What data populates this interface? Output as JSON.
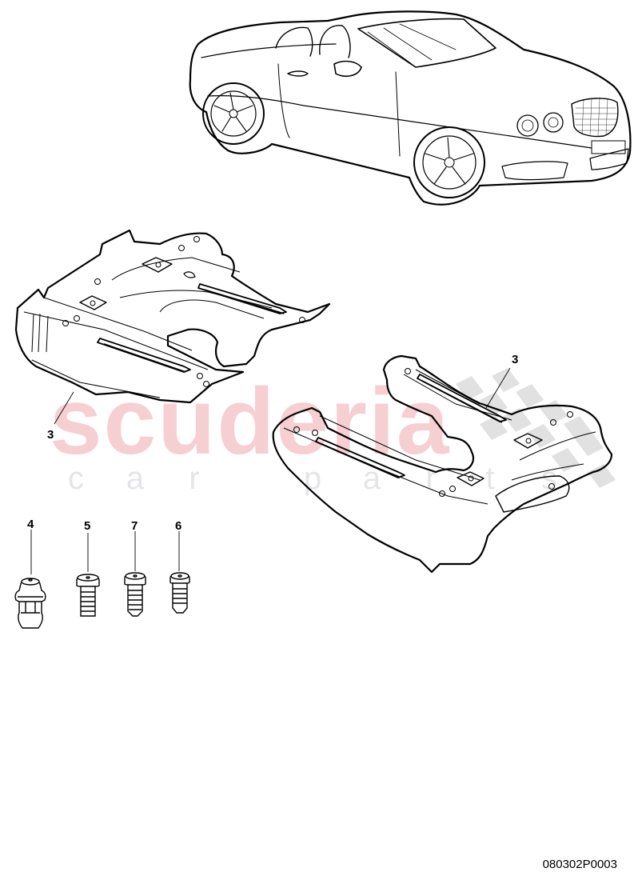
{
  "diagram": {
    "type": "exploded-parts-view",
    "reference_code": "080302P0003",
    "watermark": {
      "brand": "scuderia",
      "tagline_letters": [
        "c",
        "a",
        "r",
        "",
        "p",
        "a",
        "r",
        "t",
        "s"
      ],
      "brand_color": "#f6cfd3",
      "tagline_color": "#e6e4e8"
    },
    "vehicle": {
      "label": "convertible car overview illustration"
    },
    "callouts": [
      {
        "number": "3",
        "part": "underbody panel (left)"
      },
      {
        "number": "3",
        "part": "underbody panel (right)"
      },
      {
        "number": "4",
        "part": "fastener / plug"
      },
      {
        "number": "5",
        "part": "fastener / bolt"
      },
      {
        "number": "7",
        "part": "fastener / bolt"
      },
      {
        "number": "6",
        "part": "fastener / bolt"
      }
    ],
    "colors": {
      "line": "#000000",
      "background": "#ffffff",
      "checker": "#dcdcdc"
    }
  }
}
